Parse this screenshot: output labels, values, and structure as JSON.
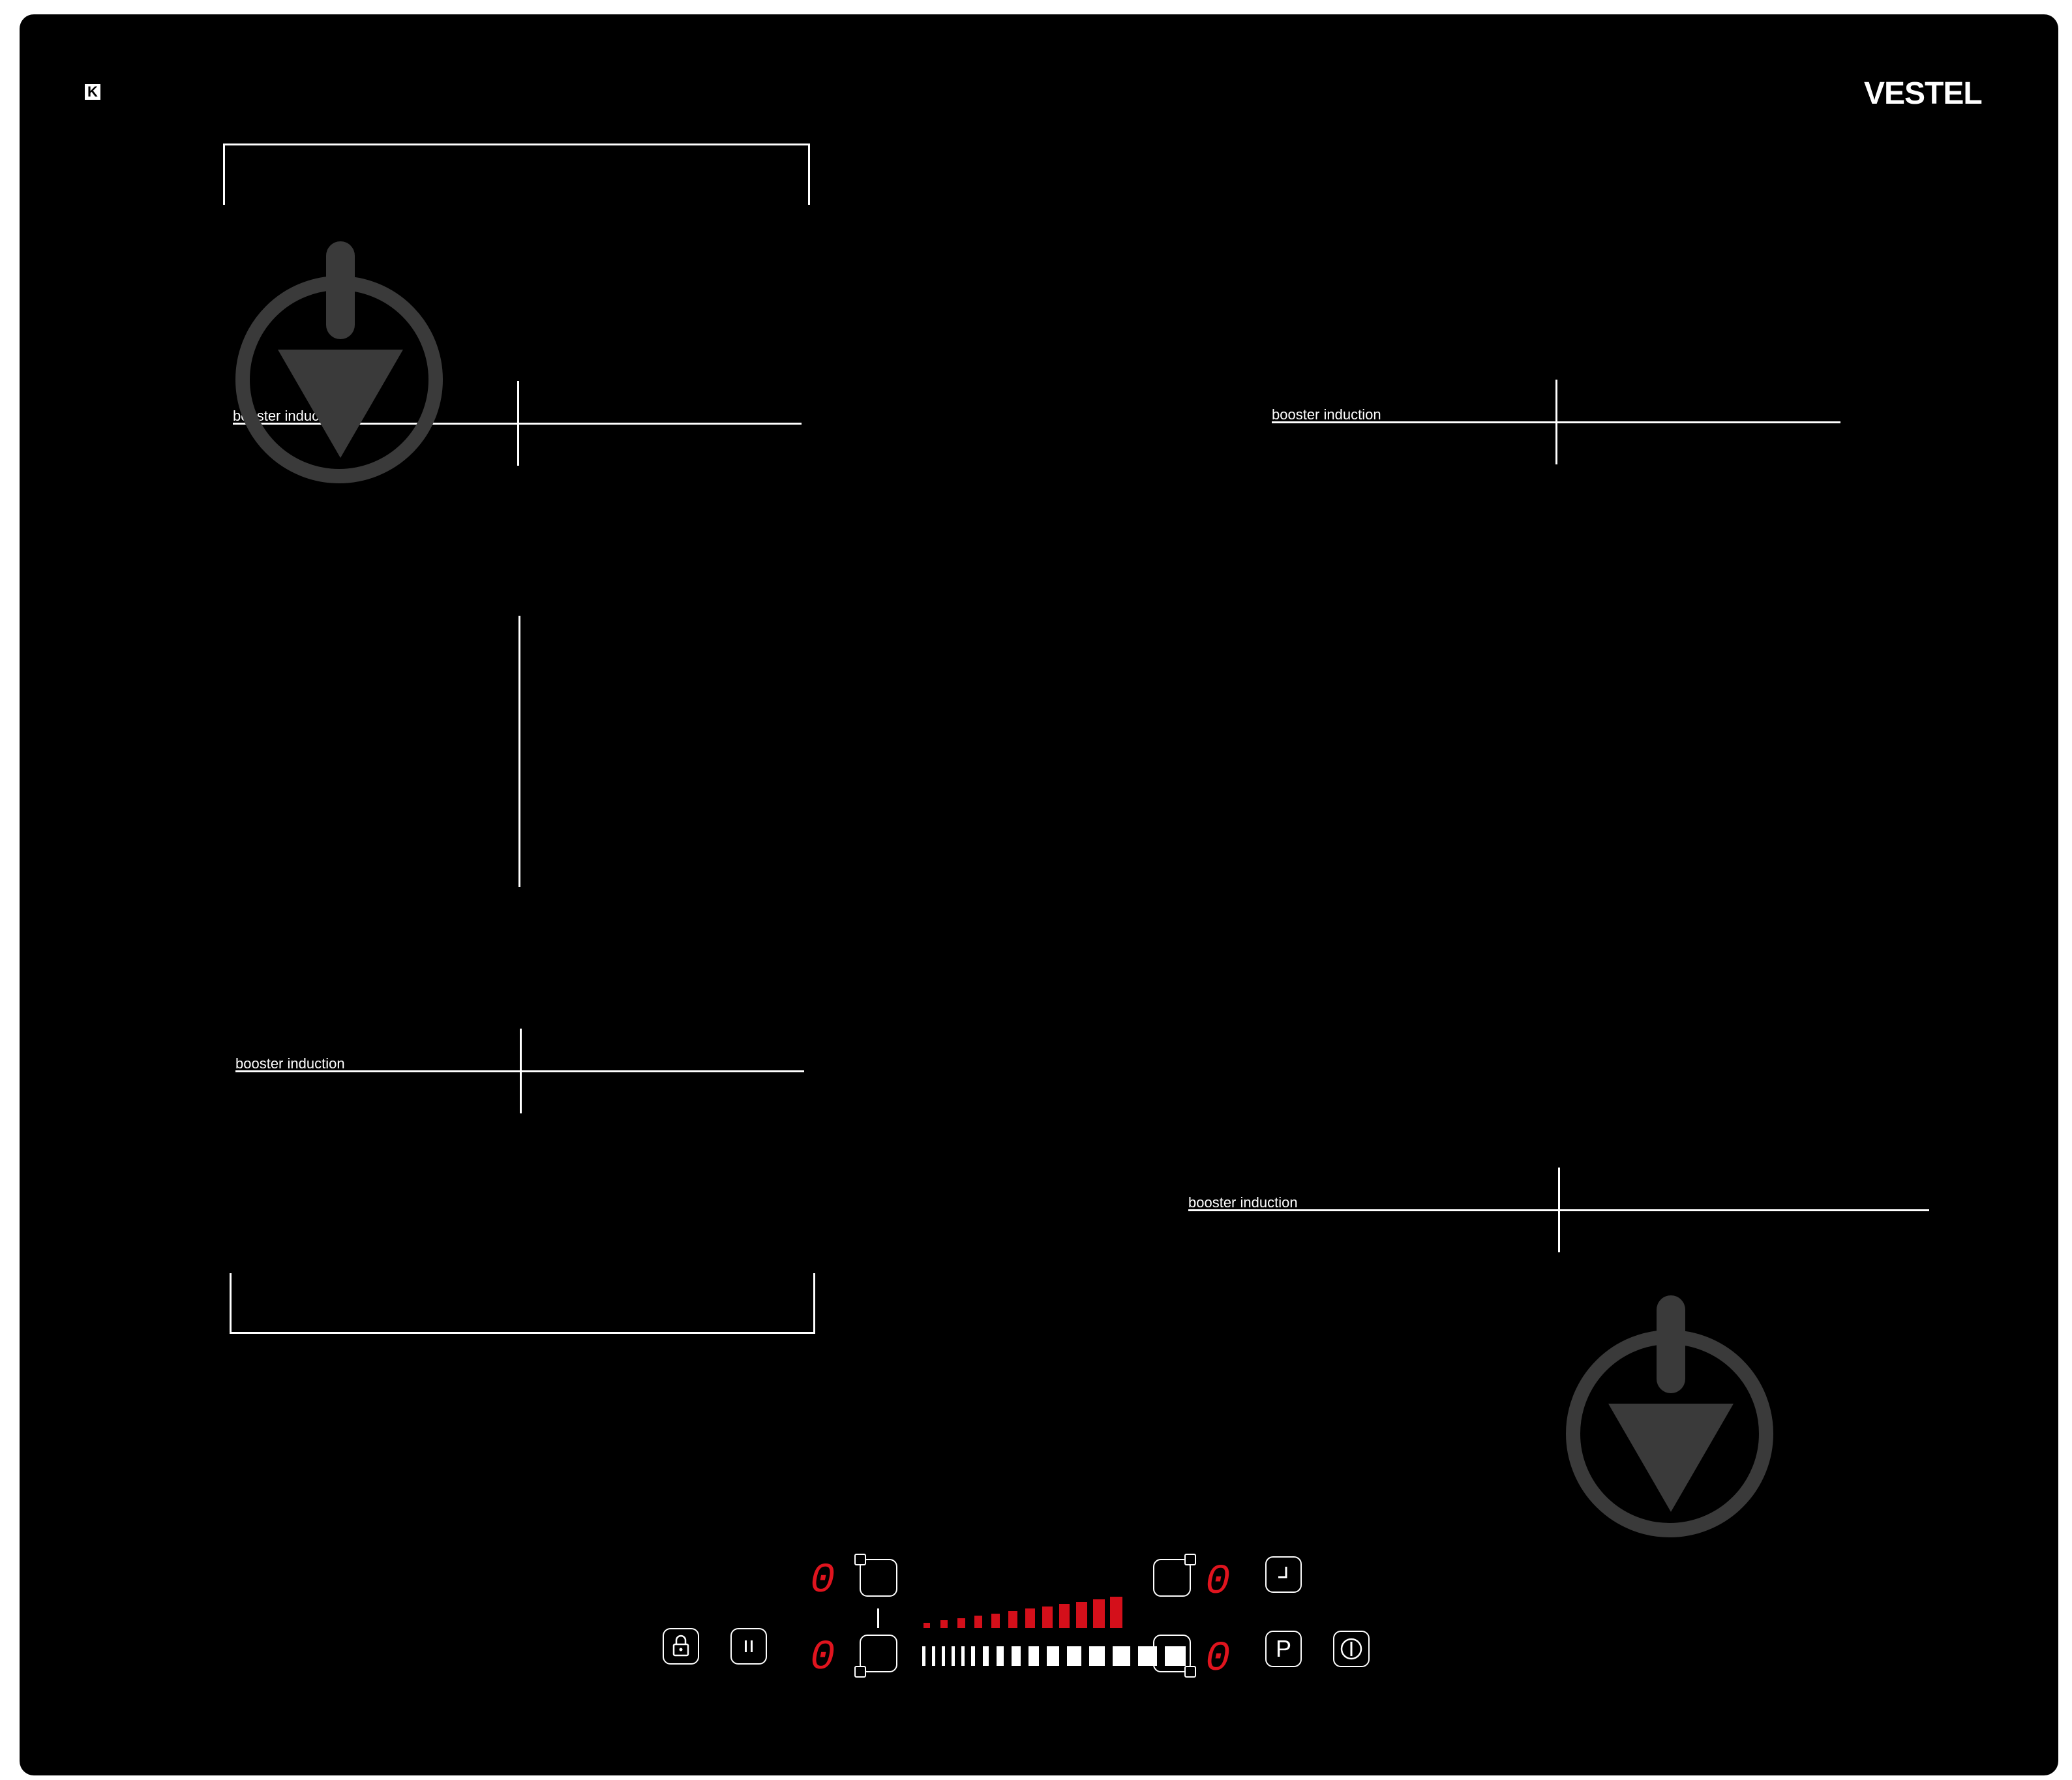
{
  "brand": {
    "name": "VESTEL",
    "mark": "K"
  },
  "zones": {
    "front_left": {
      "label": "booster induction"
    },
    "rear_left": {
      "label": "booster induction"
    },
    "rear_right": {
      "label": "booster induction"
    },
    "front_right": {
      "label": "booster induction"
    }
  },
  "controls": {
    "displays": {
      "left_top": "0",
      "left_bottom": "0",
      "right_top": "0",
      "right_bottom": "0"
    },
    "icons": {
      "lock": "lock-icon",
      "pause": "pause-icon",
      "timer": "timer-icon",
      "power_boost": "P",
      "on_off": "power-icon"
    },
    "power_level_red_count": 12,
    "slider_segment_count": 16
  },
  "colors": {
    "surface": "#000000",
    "marking": "#ffffff",
    "display": "#e0141e",
    "watermark": "#3a3a3a"
  }
}
